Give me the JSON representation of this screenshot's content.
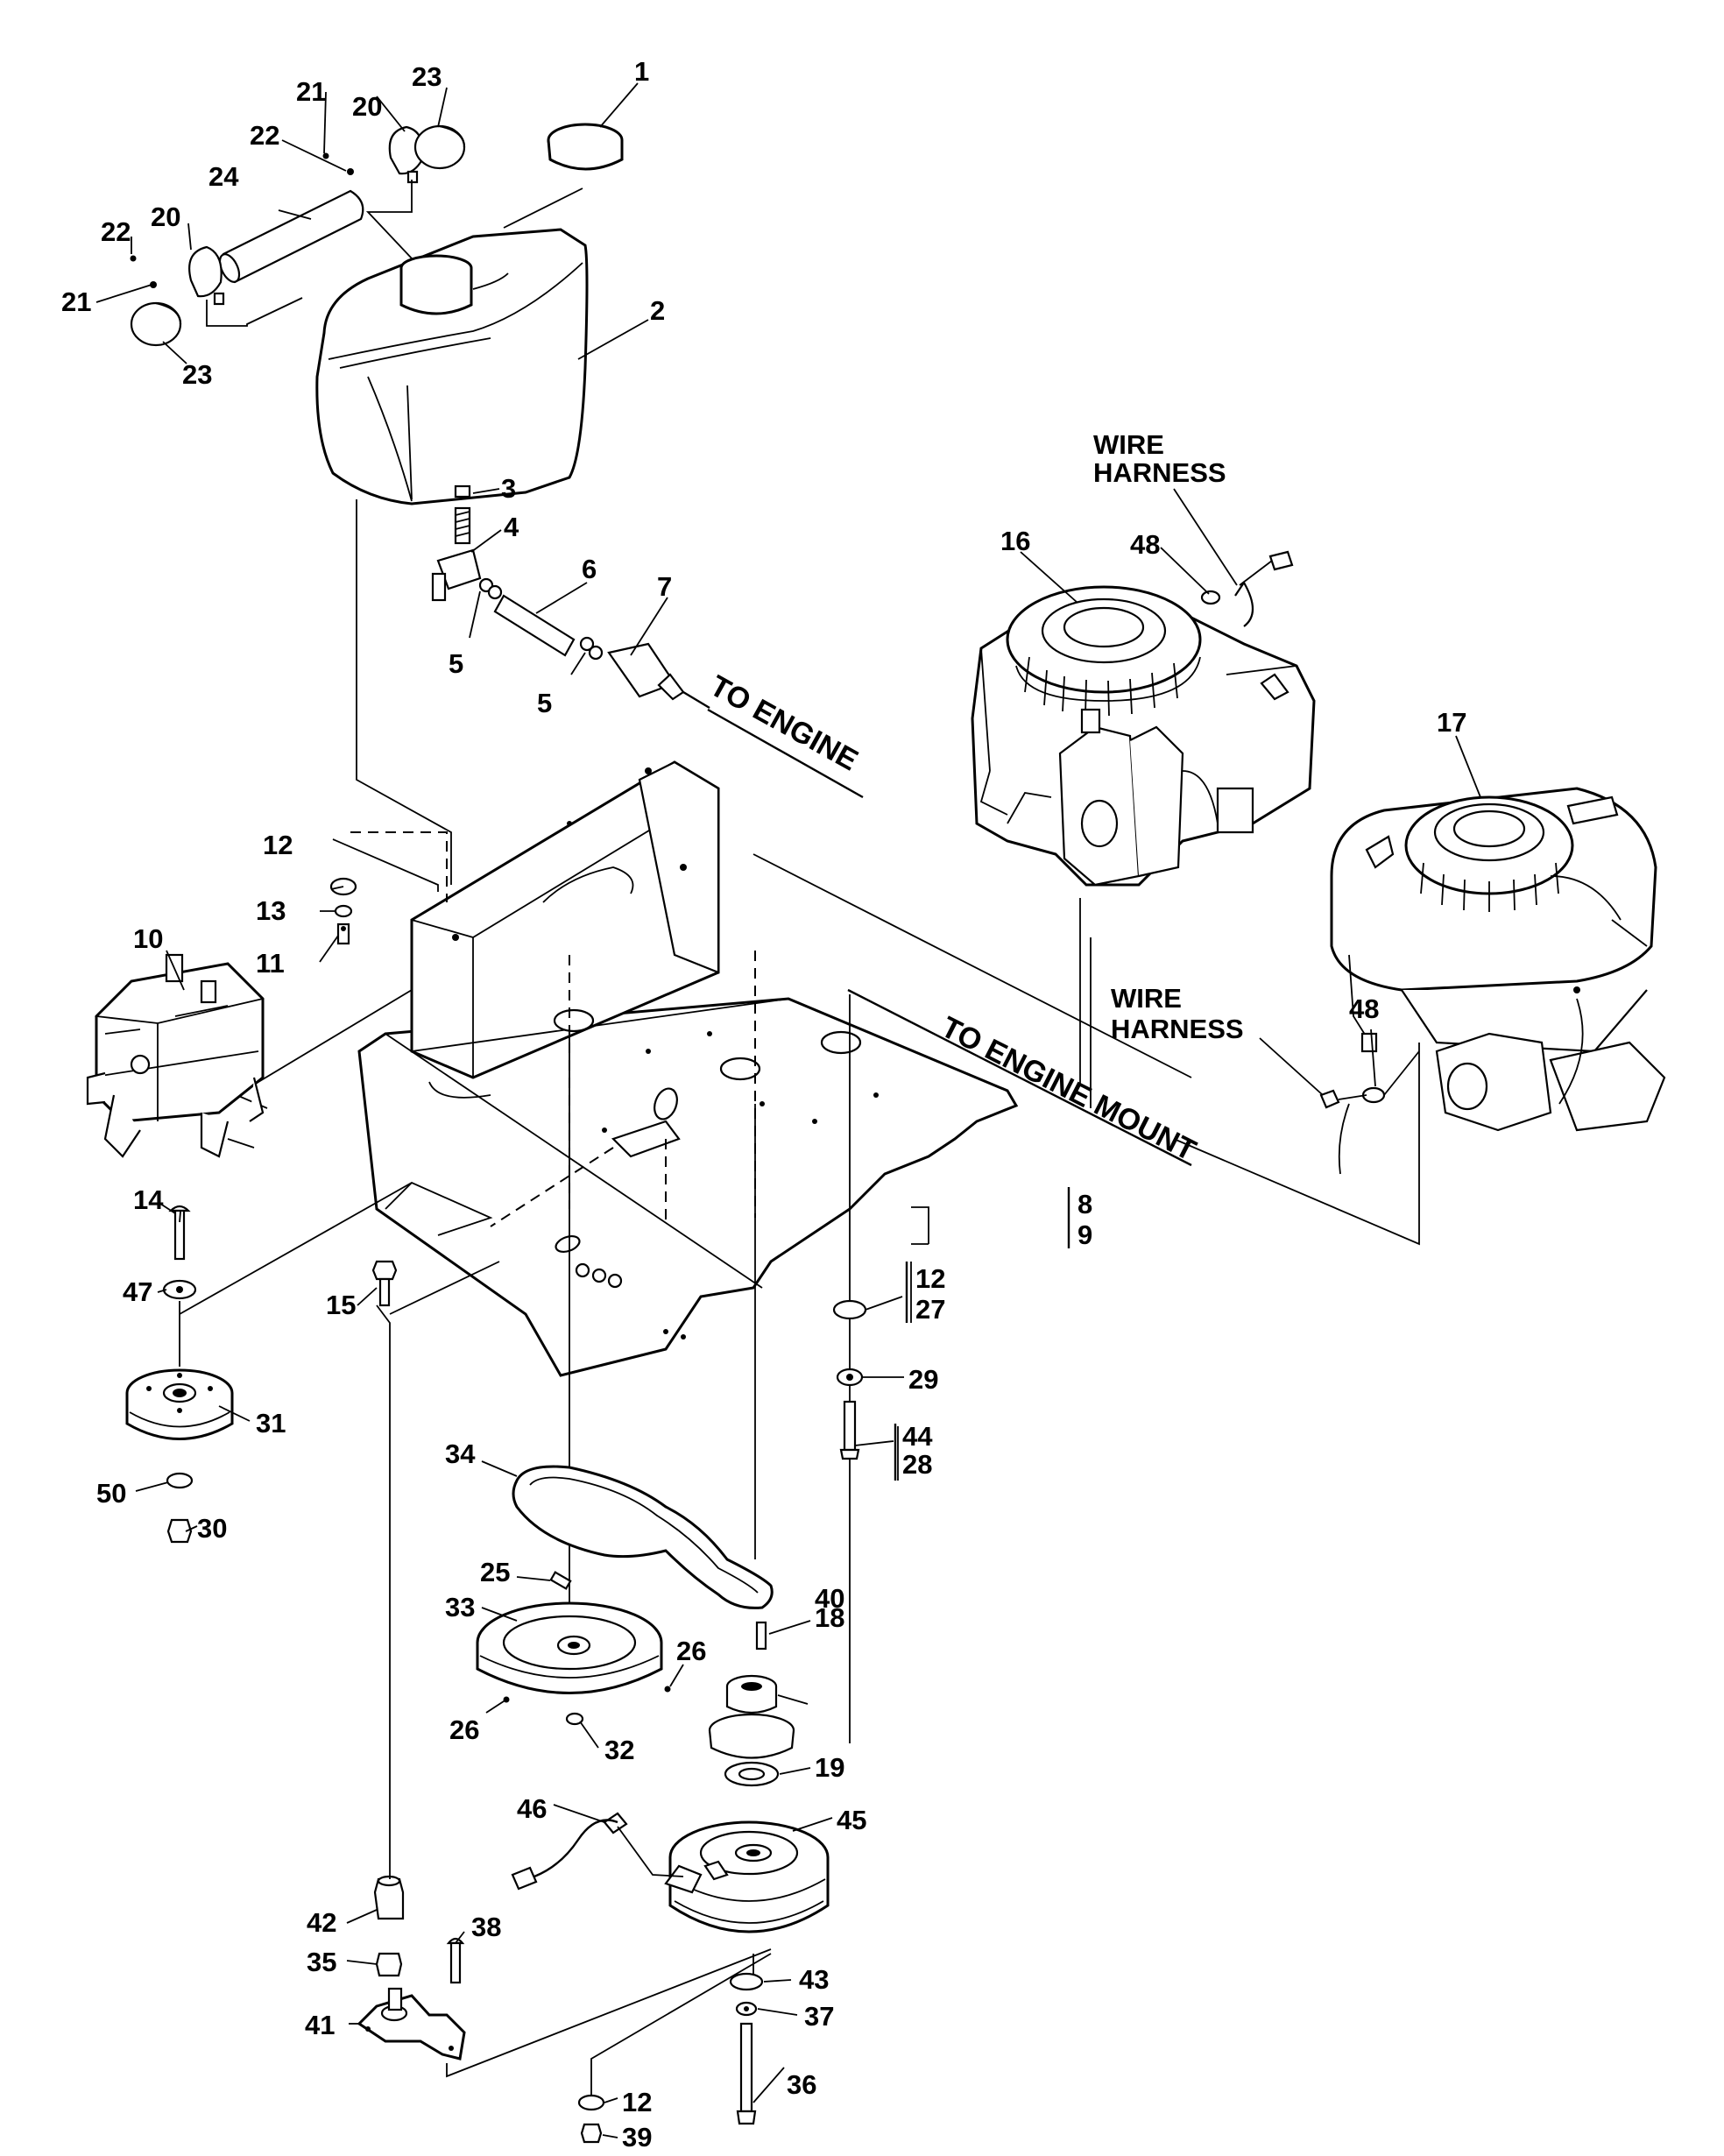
{
  "diagram": {
    "callouts": {
      "c1": "1",
      "c2": "2",
      "c3": "3",
      "c4": "4",
      "c5a": "5",
      "c5b": "5",
      "c6": "6",
      "c7": "7",
      "c8": "8",
      "c9": "9",
      "c10": "10",
      "c11": "11",
      "c12a": "12",
      "c12b": "12",
      "c12c": "12",
      "c13": "13",
      "c14": "14",
      "c15": "15",
      "c16": "16",
      "c17": "17",
      "c18": "18",
      "c19": "19",
      "c20a": "20",
      "c20b": "20",
      "c21a": "21",
      "c21b": "21",
      "c22a": "22",
      "c22b": "22",
      "c23a": "23",
      "c23b": "23",
      "c24": "24",
      "c25": "25",
      "c26a": "26",
      "c26b": "26",
      "c27": "27",
      "c28": "28",
      "c29": "29",
      "c30": "30",
      "c31": "31",
      "c32": "32",
      "c33": "33",
      "c34": "34",
      "c35": "35",
      "c36": "36",
      "c37": "37",
      "c38": "38",
      "c39": "39",
      "c40": "40",
      "c41": "41",
      "c42": "42",
      "c43": "43",
      "c44": "44",
      "c45": "45",
      "c46": "46",
      "c47": "47",
      "c48a": "48",
      "c48b": "48",
      "c50": "50"
    },
    "notes": {
      "to_engine": "TO ENGINE",
      "to_engine_mount": "TO ENGINE MOUNT",
      "wire_harness_a_line1": "WIRE",
      "wire_harness_a_line2": "HARNESS",
      "wire_harness_b_line1": "WIRE",
      "wire_harness_b_line2": "HARNESS"
    }
  }
}
